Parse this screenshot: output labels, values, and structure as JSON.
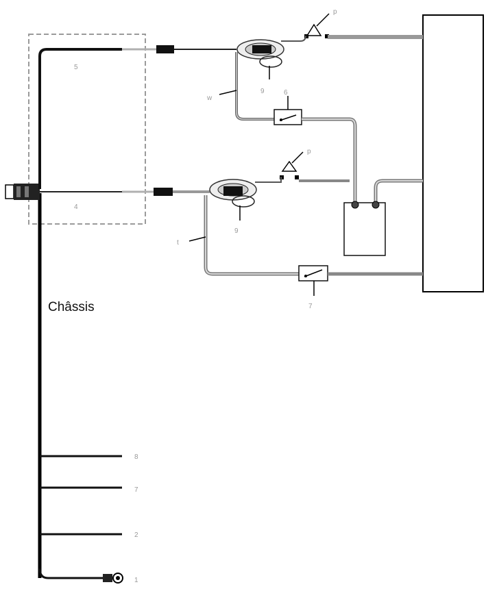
{
  "diagram": {
    "chassis_label": "Châssis",
    "labels": {
      "harness_upper": "5",
      "harness_lower": "4",
      "pipe_upper": "w",
      "pipe_lower": "t",
      "valve_upper": "9",
      "valve_lower": "9",
      "sensor_upper": "p",
      "sensor_lower": "p",
      "switch_upper": "6",
      "switch_lower": "7",
      "branch_8": "8",
      "branch_7": "7",
      "branch_2": "2",
      "branch_1": "1"
    }
  }
}
